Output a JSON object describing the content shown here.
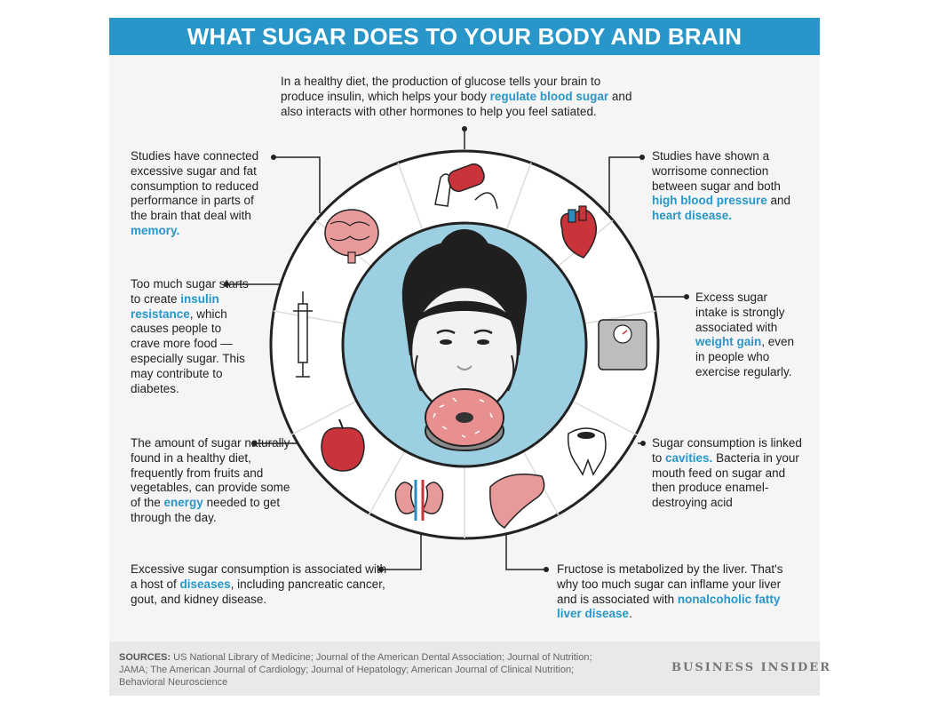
{
  "title": "WHAT SUGAR DOES TO YOUR BODY AND BRAIN",
  "top": {
    "pre": "In a healthy diet, the production of glucose tells your brain to produce insulin, which helps your body ",
    "hl": "regulate blood sugar",
    "post": " and also interacts with other hormones to help you feel satiated."
  },
  "memory": {
    "pre": "Studies have connected excessive sugar and fat consumption to reduced performance in parts of the brain that deal with ",
    "hl": "memory.",
    "post": ""
  },
  "heart": {
    "pre": "Studies have shown a worrisome connection between sugar and both ",
    "hl": "high blood pressure",
    "mid": " and ",
    "hl2": "heart disease.",
    "post": ""
  },
  "insulin": {
    "pre": "Too much sugar starts to create ",
    "hl": "insulin resistance",
    "post": ", which causes people to crave more food — especially sugar. This may contribute to diabetes."
  },
  "weight": {
    "pre": "Excess sugar intake is strongly associated with ",
    "hl": "weight gain",
    "post": ", even in people who exercise regularly."
  },
  "energy": {
    "pre": "The amount of sugar naturally found in a healthy diet, frequently from fruits and vegetables, can provide some of the ",
    "hl": "energy",
    "post": " needed to get through the day."
  },
  "cavities": {
    "pre": "Sugar consumption is linked to ",
    "hl": "cavities.",
    "post": " Bacteria in your mouth feed on sugar and then produce enamel-destroying acid"
  },
  "diseases": {
    "pre": "Excessive sugar consumption is associated with a host of ",
    "hl": "diseases",
    "post": ", including pancreatic cancer, gout, and kidney disease."
  },
  "liver": {
    "pre": "Fructose is metabolized by the liver. That's why too much sugar can inflame your liver and is associated with ",
    "hl": "nonalcoholic fatty liver disease",
    "post": "."
  },
  "sources": {
    "label": "SOURCES:",
    "text": " US National Library of Medicine; Journal of the American Dental Association; Journal of Nutrition; JAMA; The American Journal of Cardiology; Journal of Hepatology; American Journal of Clinical Nutrition; Behavioral Neuroscience"
  },
  "brand": "BUSINESS INSIDER",
  "colors": {
    "accent": "#2896c8",
    "inner_circle": "#9dcfe3",
    "ring": "#ffffff",
    "outline": "#222222"
  },
  "icons": [
    "glucose-meter-icon",
    "heart-icon",
    "scale-icon",
    "tooth-icon",
    "liver-icon",
    "kidney-icon",
    "apple-icon",
    "syringe-icon",
    "brain-icon",
    "face-illustration",
    "donut-icon"
  ]
}
